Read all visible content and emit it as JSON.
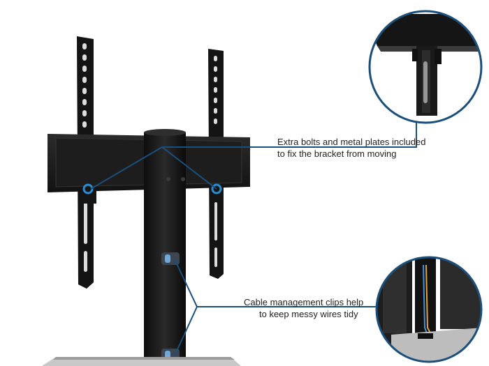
{
  "callouts": {
    "bolts": {
      "line1": "Extra bolts and metal plates included",
      "line2": "to fix the bracket from moving"
    },
    "cables": {
      "line1": "Cable management clips help",
      "line2": "to keep messy wires tidy"
    }
  },
  "colors": {
    "accent": "#1b4f7a",
    "metal": "#1c1c1c",
    "background": "#ffffff"
  }
}
